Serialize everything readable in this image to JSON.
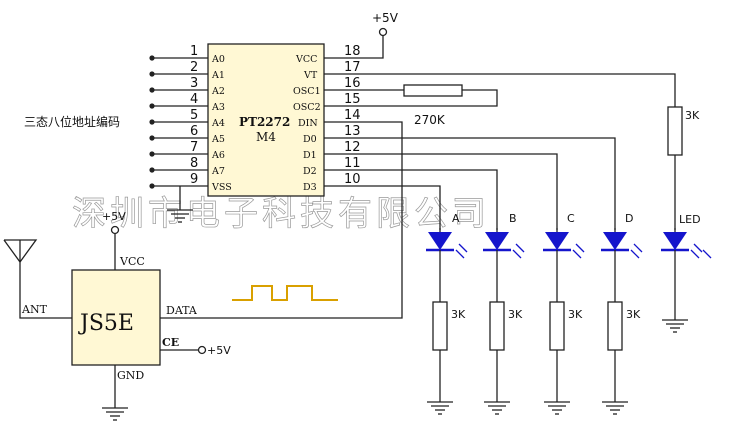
{
  "supply": {
    "top_vcc": "+5V",
    "module_vcc": "+5V",
    "ce_supply": "+5V"
  },
  "decoder": {
    "part": "PT2272",
    "variant": "M4",
    "left_pins": [
      {
        "num": "1",
        "name": "A0"
      },
      {
        "num": "2",
        "name": "A1"
      },
      {
        "num": "3",
        "name": "A2"
      },
      {
        "num": "4",
        "name": "A3"
      },
      {
        "num": "5",
        "name": "A4"
      },
      {
        "num": "6",
        "name": "A5"
      },
      {
        "num": "7",
        "name": "A6"
      },
      {
        "num": "8",
        "name": "A7"
      },
      {
        "num": "9",
        "name": "VSS"
      }
    ],
    "right_pins": [
      {
        "num": "18",
        "name": "VCC"
      },
      {
        "num": "17",
        "name": "VT"
      },
      {
        "num": "16",
        "name": "OSC1"
      },
      {
        "num": "15",
        "name": "OSC2"
      },
      {
        "num": "14",
        "name": "DIN"
      },
      {
        "num": "13",
        "name": "D0"
      },
      {
        "num": "12",
        "name": "D1"
      },
      {
        "num": "11",
        "name": "D2"
      },
      {
        "num": "10",
        "name": "D3"
      }
    ]
  },
  "address_label": "三态八位地址编码",
  "osc_resistor": "270K",
  "receiver": {
    "name": "JS5E",
    "vcc_pin": "VCC",
    "ant_pin": "ANT",
    "data_pin": "DATA",
    "ce_pin": "CE",
    "gnd_pin": "GND"
  },
  "leds": [
    "A",
    "B",
    "C",
    "D",
    "LED"
  ],
  "led_resistor": "3K",
  "vt_resistor": "3K",
  "watermark": "深圳市电子科技有限公司"
}
